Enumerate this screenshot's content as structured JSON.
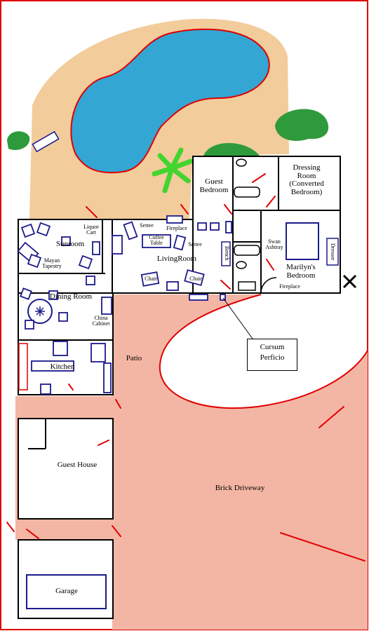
{
  "colors": {
    "sand": "#f2cc9b",
    "pool": "#33a6d4",
    "bush": "#2f9a3c",
    "brick": "#f4b6a4",
    "redline": "#e00000",
    "furniture": "#1a1a8a",
    "wall": "#000000",
    "border": "#e00000"
  },
  "rooms": {
    "guest_bedroom": "Guest\nBedroom",
    "dressing_room": "Dressing\nRoom\n(Converted\nBedroom)",
    "sunroom": "Sunroom",
    "living_room": "LivingRoom",
    "marilyns_bedroom": "Marilyn's\nBedroom",
    "dining_room": "Dining Room",
    "kitchen": "Kitchen",
    "patio": "Patio",
    "guest_house": "Guest House",
    "brick_driveway": "Brick Driveway",
    "garage": "Garage"
  },
  "furniture_labels": {
    "liquor_cart": "Liquor\nCart",
    "settee_top": "Settee",
    "fireplace_living": "Fireplace",
    "coffee_table": "Coffee\nTable",
    "settee_right": "Settee",
    "mayan_tapestry": "Mayan\nTapestry",
    "chair_left": "Chair",
    "chair_right": "Chair",
    "bench": "Bench",
    "swan_ashtray": "Swan\nAshtray",
    "dresser": "Dresser",
    "fireplace_bedroom": "Fireplace",
    "china_cabinet": "China\nCabinet"
  },
  "callout": "Cursum\nPerficio",
  "marker": "X"
}
